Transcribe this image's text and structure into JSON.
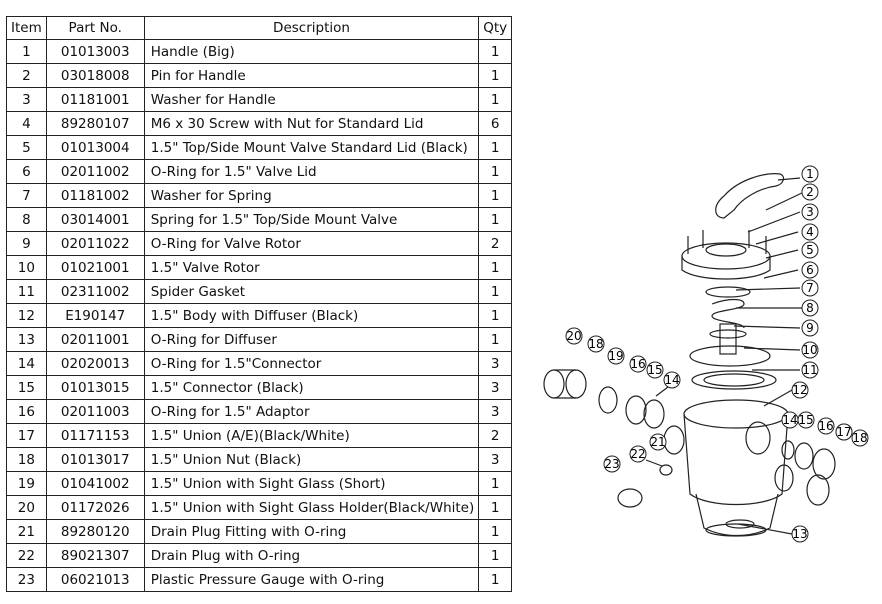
{
  "table": {
    "headers": [
      "Item",
      "Part No.",
      "Description",
      "Qty"
    ],
    "rows": [
      [
        "1",
        "01013003",
        "Handle (Big)",
        "1"
      ],
      [
        "2",
        "03018008",
        "Pin for Handle",
        "1"
      ],
      [
        "3",
        "01181001",
        "Washer for Handle",
        "1"
      ],
      [
        "4",
        "89280107",
        "M6 x 30 Screw with Nut for Standard Lid",
        "6"
      ],
      [
        "5",
        "01013004",
        "1.5\" Top/Side Mount Valve Standard Lid (Black)",
        "1"
      ],
      [
        "6",
        "02011002",
        "O-Ring for 1.5\" Valve Lid",
        "1"
      ],
      [
        "7",
        "01181002",
        "Washer for Spring",
        "1"
      ],
      [
        "8",
        "03014001",
        "Spring for 1.5\" Top/Side Mount Valve",
        "1"
      ],
      [
        "9",
        "02011022",
        "O-Ring for Valve Rotor",
        "2"
      ],
      [
        "10",
        "01021001",
        "1.5\" Valve Rotor",
        "1"
      ],
      [
        "11",
        "02311002",
        "Spider Gasket",
        "1"
      ],
      [
        "12",
        "E190147",
        "1.5\"  Body with Diffuser (Black)",
        "1"
      ],
      [
        "13",
        "02011001",
        "O-Ring for Diffuser",
        "1"
      ],
      [
        "14",
        "02020013",
        "O-Ring for 1.5\"Connector",
        "3"
      ],
      [
        "15",
        "01013015",
        "1.5\" Connector (Black)",
        "3"
      ],
      [
        "16",
        "02011003",
        "O-Ring for 1.5\" Adaptor",
        "3"
      ],
      [
        "17",
        "01171153",
        "1.5\" Union (A/E)(Black/White)",
        "2"
      ],
      [
        "18",
        "01013017",
        "1.5\" Union Nut (Black)",
        "3"
      ],
      [
        "19",
        "01041002",
        "1.5\" Union with Sight Glass (Short)",
        "1"
      ],
      [
        "20",
        "01172026",
        "1.5\" Union with Sight Glass Holder(Black/White)",
        "1"
      ],
      [
        "21",
        "89280120",
        "Drain Plug Fitting with O-ring",
        "1"
      ],
      [
        "22",
        "89021307",
        "Drain Plug with O-ring",
        "1"
      ],
      [
        "23",
        "06021013",
        "Plastic Pressure Gauge with O-ring",
        "1"
      ]
    ]
  },
  "diagram": {
    "callouts": [
      "1",
      "2",
      "3",
      "4",
      "5",
      "6",
      "7",
      "8",
      "9",
      "10",
      "11",
      "12",
      "13",
      "14",
      "15",
      "16",
      "17",
      "18",
      "19",
      "20",
      "21",
      "22",
      "23",
      "14",
      "15",
      "16",
      "17",
      "18"
    ]
  }
}
